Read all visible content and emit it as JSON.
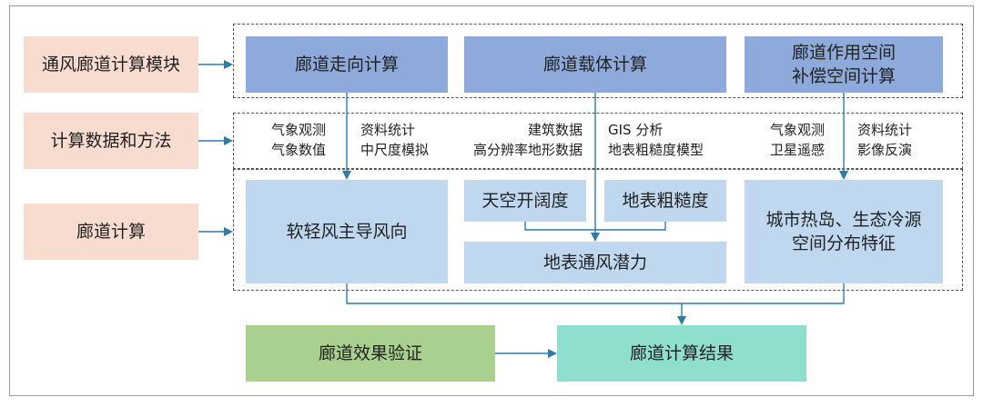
{
  "left_labels": [
    "通风廊道计算模块",
    "计算数据和方法",
    "廊道计算"
  ],
  "top_boxes": [
    "廊道走向计算",
    "廊道载体计算",
    "廊道作用空间",
    "补偿空间计算"
  ],
  "methods": {
    "col1": [
      "气象观测",
      "气象数值"
    ],
    "col2": [
      "资料统计",
      "中尺度模拟"
    ],
    "col3": [
      "建筑数据",
      "高分辨率地形数据"
    ],
    "col4": [
      "GIS 分析",
      "地表粗糙度模型"
    ],
    "col5": [
      "气象观测",
      "卫星遥感"
    ],
    "col6": [
      "资料统计",
      "影像反演"
    ]
  },
  "calc": {
    "wind": "软轻风主导风向",
    "sky": "天空开阔度",
    "rough": "地表粗糙度",
    "potential": "地表通风潜力",
    "heat_line1": "城市热岛、生态冷源",
    "heat_line2": "空间分布特征"
  },
  "bottom": {
    "verify": "廊道效果验证",
    "result": "廊道计算结果"
  },
  "colors": {
    "left": "#f9dcd0",
    "top": "#8eaadb",
    "mid": "#bfd8f0",
    "green": "#a9d08e",
    "teal": "#8fdfcf",
    "arrow": "#2e7ca8"
  }
}
